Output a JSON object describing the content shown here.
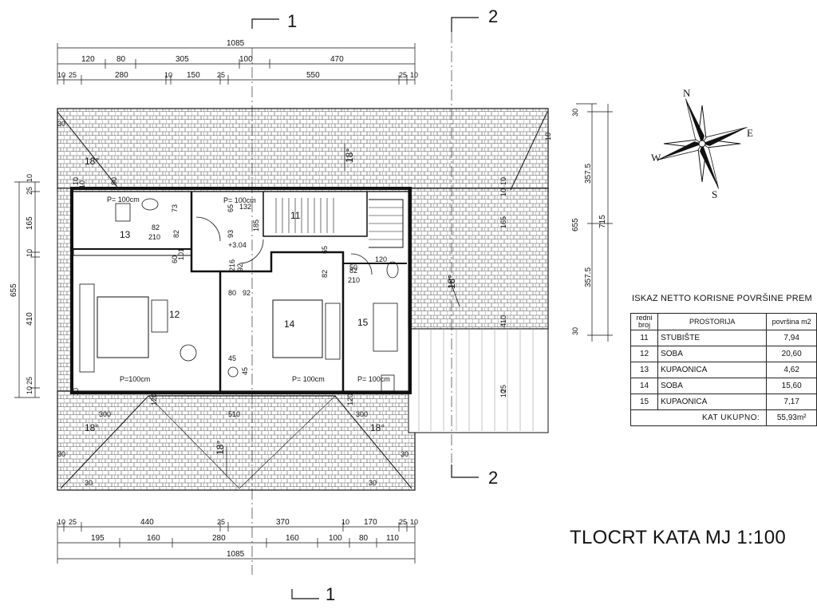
{
  "plan": {
    "title": "TLOCRT KATA MJ 1:100",
    "section_marks": [
      "1",
      "2",
      "2",
      "1"
    ],
    "top_dims": {
      "total": "1085",
      "row1": [
        "120",
        "80",
        "305",
        "100",
        "470"
      ],
      "row2": [
        "10",
        "25",
        "280",
        "10",
        "150",
        "25",
        "550",
        "25",
        "10"
      ]
    },
    "bottom_dims": {
      "row1": [
        "10",
        "25",
        "440",
        "25",
        "370",
        "10",
        "170",
        "25",
        "10"
      ],
      "row2": [
        "195",
        "160",
        "280",
        "160",
        "100",
        "80",
        "110"
      ],
      "total": "1085"
    },
    "left_dims": [
      "25",
      "10",
      "165",
      "10",
      "410",
      "10",
      "25"
    ],
    "left_total": "655",
    "right_dims": [
      "30",
      "357.5",
      "715",
      "357.5",
      "30"
    ],
    "right_total": "655",
    "roof_slopes": [
      "18°",
      "18°",
      "18°",
      "18°",
      "18°",
      "18°"
    ],
    "rooms": [
      "11",
      "12",
      "13",
      "14",
      "15"
    ],
    "interior_labels": [
      "P= 100cm",
      "82",
      "210",
      "73",
      "65",
      "132",
      "93",
      "185",
      "+3.04",
      "82",
      "60",
      "101",
      "92",
      "216",
      "92",
      "80",
      "45",
      "45",
      "82",
      "65",
      "50",
      "120",
      "82",
      "210",
      "P=100cm",
      "P= 100cm",
      "P= 100cm",
      "P= 100cm",
      "10",
      "10",
      "10",
      "120",
      "120",
      "300",
      "300",
      "510",
      "30",
      "30",
      "30",
      "30",
      "30",
      "165",
      "410",
      "25",
      "10",
      "10",
      "10",
      "80",
      "10"
    ],
    "compass": {
      "n": "N",
      "e": "E",
      "s": "S",
      "w": "W"
    }
  },
  "area_table": {
    "heading": "ISKAZ NETTO KORISNE POVRŠINE PREM",
    "col_no": "redni broj",
    "col_room": "PROSTORIJA",
    "col_area": "površina m2",
    "rows": [
      {
        "no": "11",
        "room": "STUBIŠTE",
        "area": "7,94"
      },
      {
        "no": "12",
        "room": "SOBA",
        "area": "20,60"
      },
      {
        "no": "13",
        "room": "KUPAONICA",
        "area": "4,62"
      },
      {
        "no": "14",
        "room": "SOBA",
        "area": "15,60"
      },
      {
        "no": "15",
        "room": "KUPAONICA",
        "area": "7,17"
      }
    ],
    "total_label": "KAT UKUPNO:",
    "total_value": "55,93m²"
  }
}
